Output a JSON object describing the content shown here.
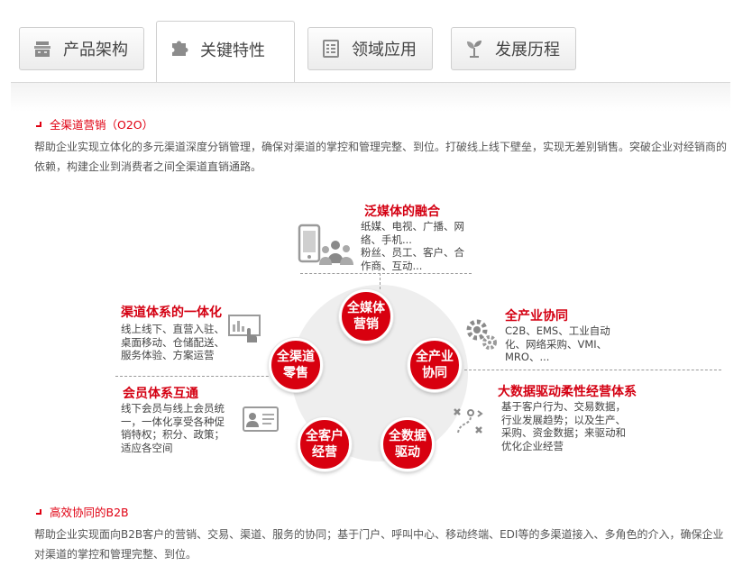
{
  "tabs": [
    {
      "label": "产品架构",
      "icon": "building-icon"
    },
    {
      "label": "关键特性",
      "icon": "puzzle-icon"
    },
    {
      "label": "领域应用",
      "icon": "checklist-icon"
    },
    {
      "label": "发展历程",
      "icon": "plant-icon"
    }
  ],
  "active_tab": 1,
  "sections": {
    "o2o": {
      "title": "全渠道营销（O2O）",
      "body": "帮助企业实现立体化的多元渠道深度分销管理，确保对渠道的掌控和管理完整、到位。打破线上线下壁垒，实现无差别销售。突破企业对经销商的依赖，构建企业到消费者之间全渠道直销通路。"
    },
    "b2b": {
      "title": "高效协同的B2B",
      "body": "帮助企业实现面向B2B客户的营销、交易、渠道、服务的协同；基于门户、呼叫中心、移动终端、EDI等的多渠道接入、多角色的介入，确保企业对渠道的掌控和管理完整、到位。"
    }
  },
  "diagram": {
    "circles": [
      {
        "label": "全媒体营销"
      },
      {
        "label": "全产业协同"
      },
      {
        "label": "全数据驱动"
      },
      {
        "label": "全客户经营"
      },
      {
        "label": "全渠道零售"
      }
    ],
    "blocks": {
      "media": {
        "title": "泛媒体的融合",
        "lines": [
          "纸媒、电视、广播、网",
          "络、手机...",
          "粉丝、员工、客户、合",
          "作商、互动..."
        ]
      },
      "industry": {
        "title": "全产业协同",
        "lines": [
          "C2B、EMS、工业自动",
          "化、网络采购、VMI、",
          "MRO、..."
        ]
      },
      "bigdata": {
        "title": "大数据驱动柔性经营体系",
        "lines": [
          "基于客户行为、交易数据，",
          "行业发展趋势；以及生产、",
          "采购、资金数据；来驱动和",
          "优化企业经营"
        ]
      },
      "channel": {
        "title": "渠道体系的一体化",
        "lines": [
          "线上线下、直营入驻、",
          "桌面移动、仓储配送、",
          "服务体验、方案运营"
        ]
      },
      "member": {
        "title": "会员体系互通",
        "lines": [
          "线下会员与线上会员统",
          "一，一体化享受各种促",
          "销特权；积分、政策；",
          "适应各空间"
        ]
      }
    },
    "colors": {
      "accent": "#d8000f",
      "ring": "#eeeeee"
    }
  }
}
